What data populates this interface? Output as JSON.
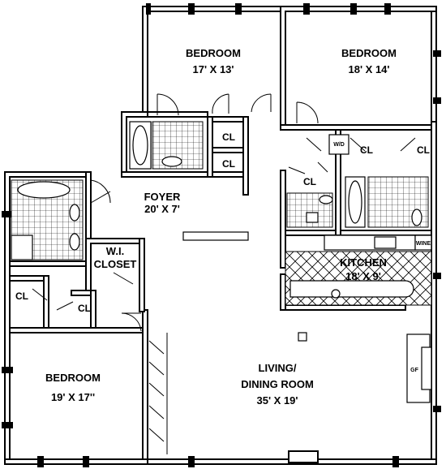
{
  "rooms": {
    "bedroom_nw": {
      "name": "BEDROOM",
      "size": "17' X 13'"
    },
    "bedroom_ne": {
      "name": "BEDROOM",
      "size": "18' X 14'"
    },
    "foyer": {
      "name": "FOYER",
      "size": "20' X 7'"
    },
    "wi_closet": {
      "line1": "W.I.",
      "line2": "CLOSET"
    },
    "kitchen": {
      "name": "KITCHEN",
      "size": "18' X 9'"
    },
    "bedroom_sw": {
      "name": "BEDROOM",
      "size": "19' X 17''"
    },
    "living": {
      "line1": "LIVING/",
      "line2": "DINING ROOM",
      "size": "35' X 19'"
    }
  },
  "closets": {
    "label": "CL"
  },
  "fixtures": {
    "washer_dryer": "W/D",
    "wine": "WINE",
    "fireplace": "GF"
  }
}
